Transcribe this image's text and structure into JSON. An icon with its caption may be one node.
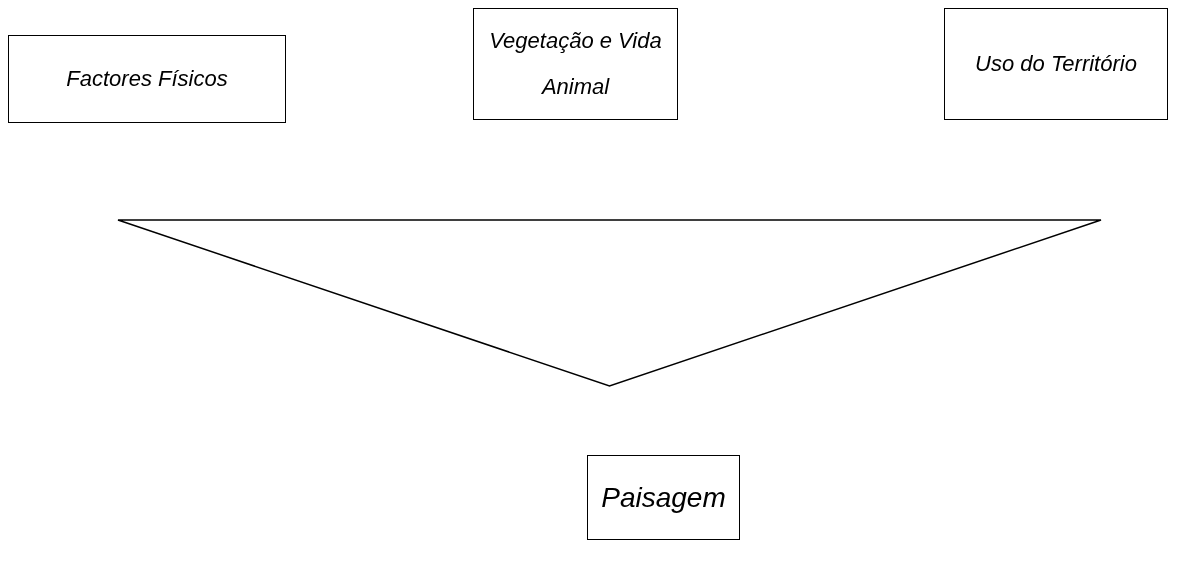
{
  "diagram": {
    "nodes": [
      {
        "text": [
          "Factores Físicos"
        ]
      },
      {
        "text": [
          "Vegetação e Vida Animal"
        ]
      },
      {
        "text": [
          "Uso do Território"
        ]
      },
      {
        "text": [],
        "shape": "triangle"
      },
      {
        "text": [
          "Paisagem"
        ]
      }
    ]
  }
}
